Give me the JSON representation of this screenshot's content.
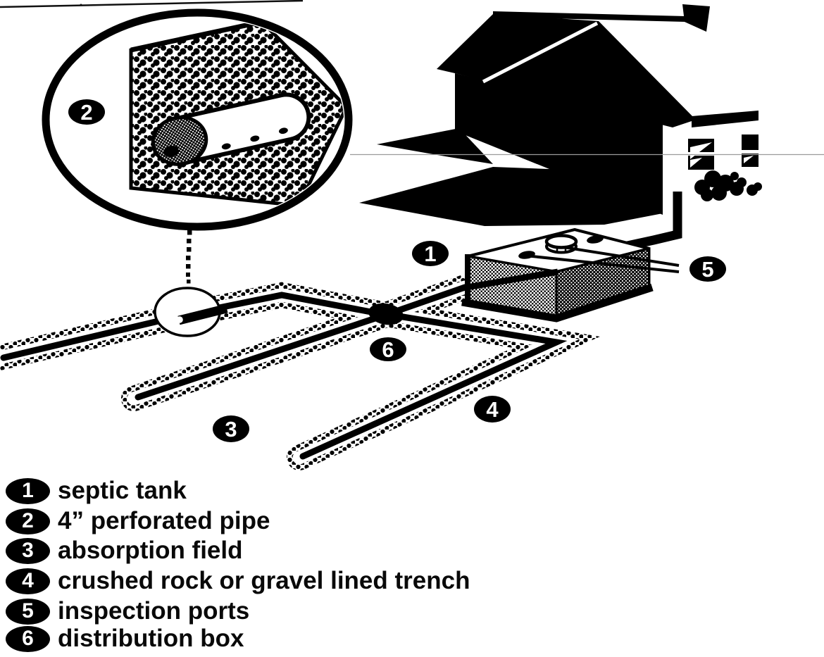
{
  "colors": {
    "ink": "#000000",
    "paper": "#ffffff"
  },
  "diagram": {
    "badges": [
      {
        "number": "1"
      },
      {
        "number": "2"
      },
      {
        "number": "3"
      },
      {
        "number": "4"
      },
      {
        "number": "5"
      },
      {
        "number": "6"
      }
    ]
  },
  "legend": {
    "items": [
      {
        "number": "1",
        "label": "septic tank"
      },
      {
        "number": "2",
        "label": "4” perforated pipe"
      },
      {
        "number": "3",
        "label": "absorption field"
      },
      {
        "number": "4",
        "label": "crushed rock or gravel lined trench"
      },
      {
        "number": "5",
        "label": "inspection ports"
      },
      {
        "number": "6",
        "label": "distribution box"
      }
    ]
  }
}
